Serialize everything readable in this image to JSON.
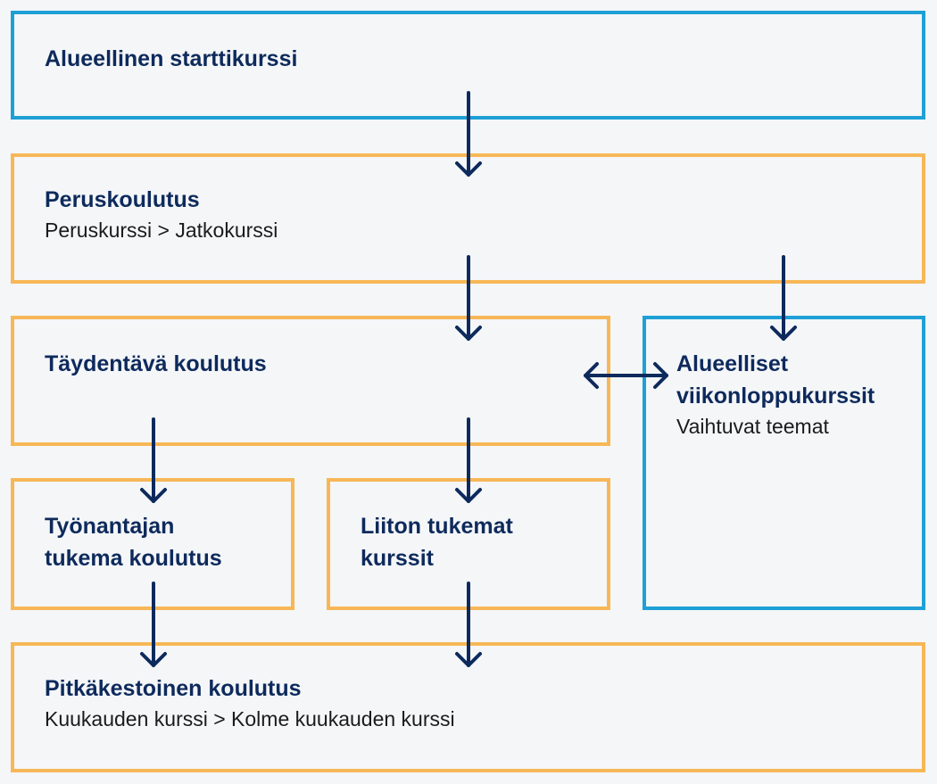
{
  "boxes": {
    "start": {
      "title": "Alueellinen starttikurssi",
      "border_color": "#1ea0d6"
    },
    "basic": {
      "title": "Peruskoulutus",
      "subtitle": "Peruskurssi > Jatkokurssi",
      "border_color": "#f7b757"
    },
    "supplementary": {
      "title": "Täydentävä koulutus",
      "border_color": "#f7b757"
    },
    "weekend": {
      "title": "Alueelliset\nviikonloppukurssit",
      "subtitle": "Vaihtuvat teemat",
      "border_color": "#1ea0d6"
    },
    "employer": {
      "title": "Työnantajan\ntukema koulutus",
      "border_color": "#f7b757"
    },
    "union": {
      "title": "Liiton tukemat\nkurssit",
      "border_color": "#f7b757"
    },
    "long_term": {
      "title": "Pitkäkestoinen koulutus",
      "subtitle": "Kuukauden kurssi > Kolme kuukauden kurssi",
      "border_color": "#f7b757"
    }
  },
  "colors": {
    "arrow": "#0e2a5c",
    "title_text": "#0e2a5c",
    "background": "#f4f6f8"
  }
}
